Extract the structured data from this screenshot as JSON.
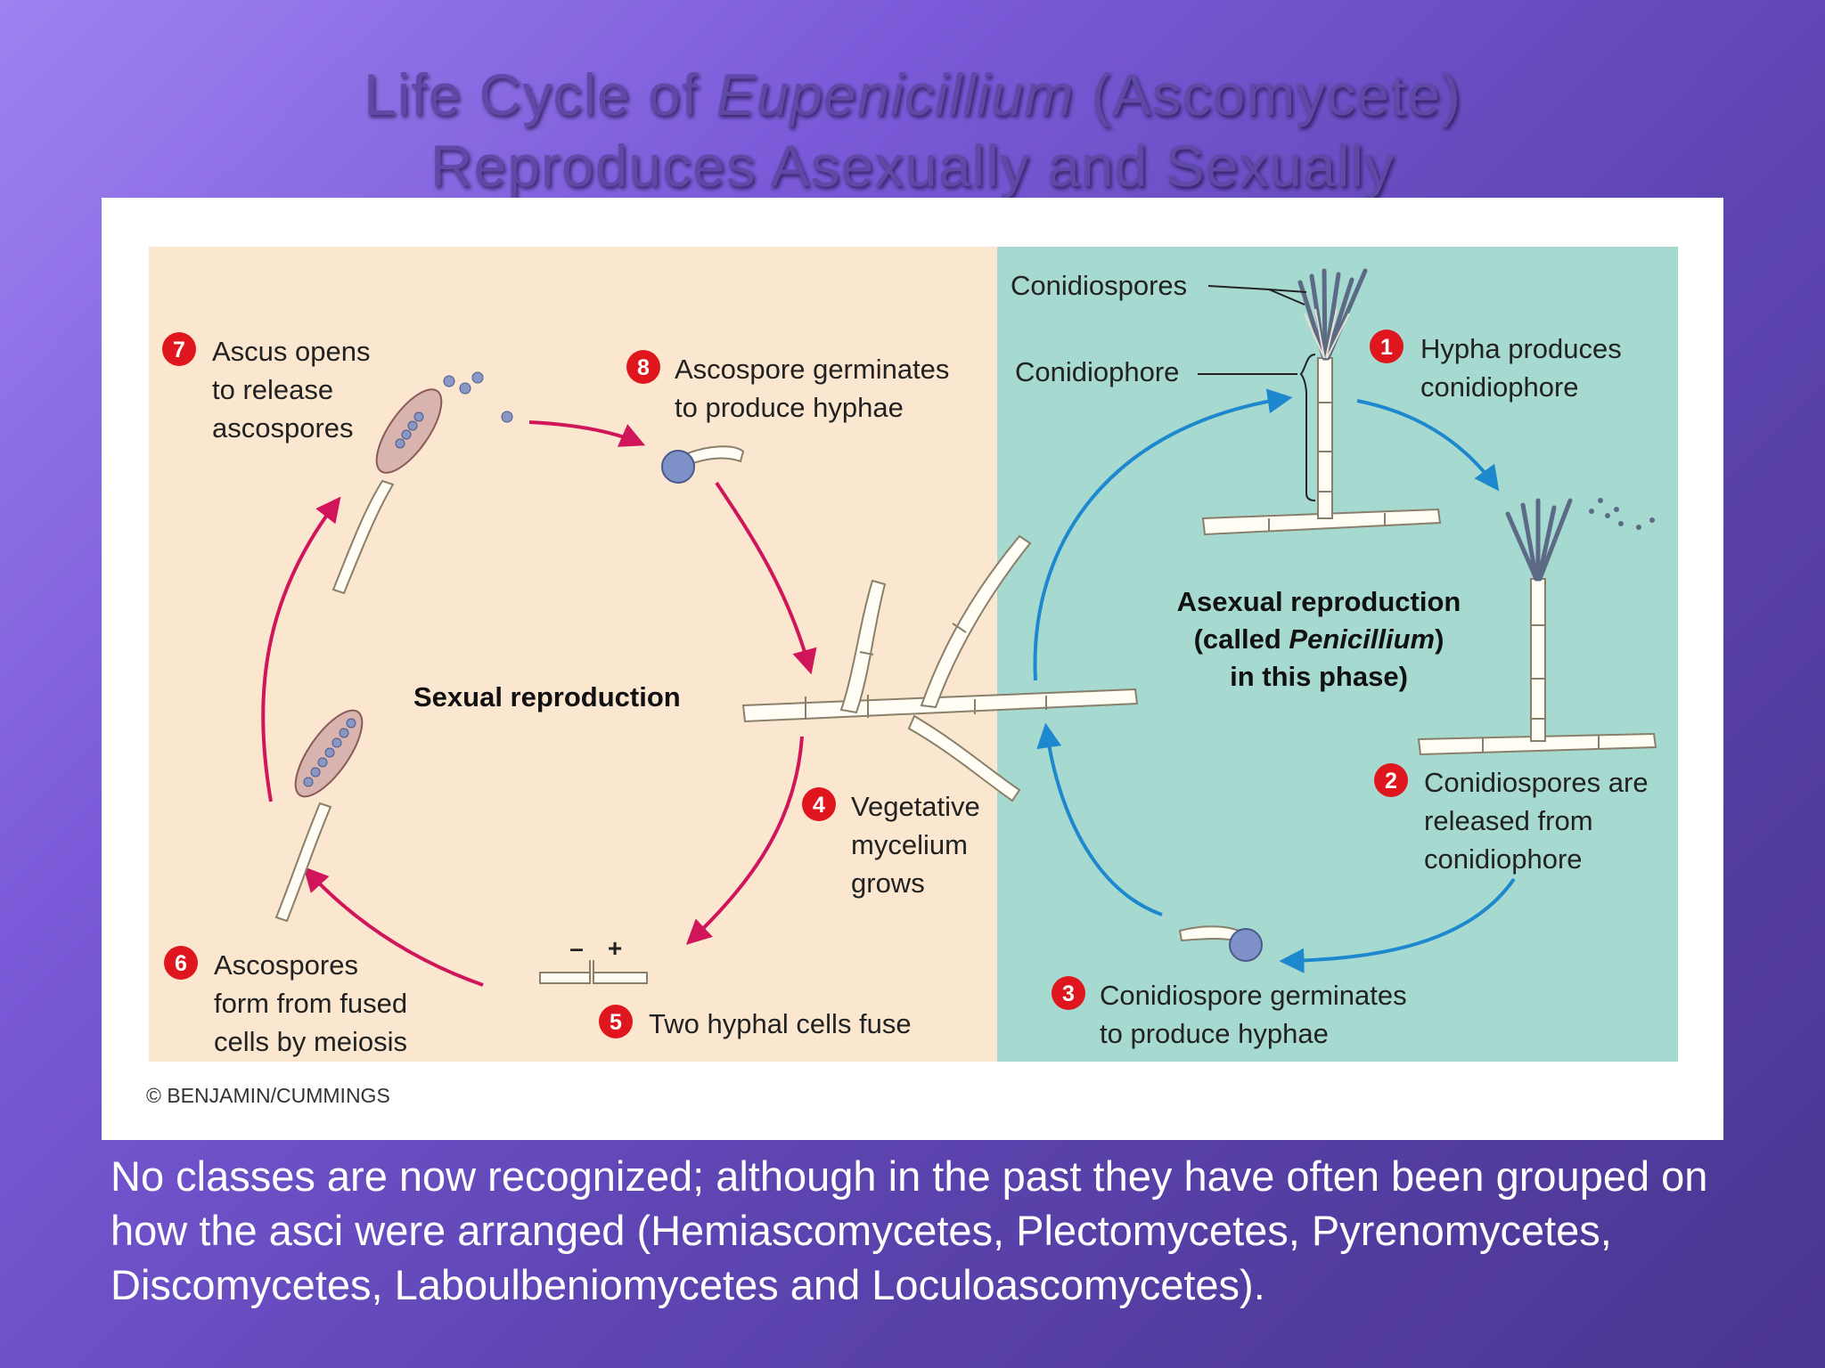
{
  "title": {
    "line1_a": "Life Cycle of ",
    "line1_italic": "Eupenicillium",
    "line1_b": " (Ascomycete)",
    "line2": "Reproduces Asexually and Sexually"
  },
  "diagram": {
    "sexual_label": "Sexual reproduction",
    "asexual_line1": "Asexual reproduction",
    "asexual_line2_a": "(called ",
    "asexual_line2_italic": "Penicillium",
    "asexual_line3": "in this phase)",
    "conidiospores_label": "Conidiospores",
    "conidiophore_label": "Conidiophore",
    "minus_sign": "–",
    "plus_sign": "+",
    "copyright": "© BENJAMIN/CUMMINGS",
    "steps": [
      {
        "num": "1",
        "lines": [
          "Hypha produces",
          "conidiophore"
        ]
      },
      {
        "num": "2",
        "lines": [
          "Conidiospores are",
          "released from",
          "conidiophore"
        ]
      },
      {
        "num": "3",
        "lines": [
          "Conidiospore germinates",
          "to produce hyphae"
        ]
      },
      {
        "num": "4",
        "lines": [
          "Vegetative",
          "mycelium",
          "grows"
        ]
      },
      {
        "num": "5",
        "lines": [
          "Two hyphal cells fuse"
        ]
      },
      {
        "num": "6",
        "lines": [
          "Ascospores",
          "form from fused",
          "cells by meiosis"
        ]
      },
      {
        "num": "7",
        "lines": [
          "Ascus opens",
          "to release",
          "ascospores"
        ]
      },
      {
        "num": "8",
        "lines": [
          "Ascospore germinates",
          "to produce hyphae"
        ]
      }
    ],
    "colors": {
      "sexual_bg": "#fbe7cf",
      "asexual_bg": "#a6d9d0",
      "sexual_arrow": "#d0155a",
      "asexual_arrow": "#1e88cf",
      "step_badge": "#e0161e"
    }
  },
  "caption": "No classes are now recognized; although in the past they have often been grouped on how the asci were arranged (Hemiascomycetes, Plectomycetes, Pyrenomycetes, Discomycetes, Laboulbeniomycetes and Loculoascomycetes)."
}
